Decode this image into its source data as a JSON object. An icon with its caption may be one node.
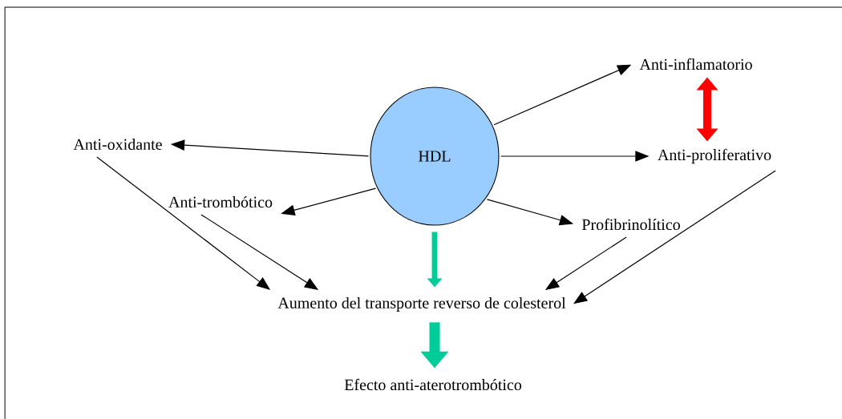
{
  "diagram": {
    "nodes": [
      {
        "text": [
          "HDL"
        ]
      },
      {
        "text": [
          "Anti-inflamatorio"
        ]
      },
      {
        "text": [
          "Anti-proliferativo"
        ]
      },
      {
        "text": [
          "Anti-oxidante"
        ]
      },
      {
        "text": [
          "Anti-trombótico"
        ]
      },
      {
        "text": [
          "Profibrinolítico"
        ]
      },
      {
        "text": [
          "Aumento del transporte reverso de colesterol"
        ]
      },
      {
        "text": [
          "Efecto anti-aterotrombótico"
        ]
      }
    ],
    "edges": [
      {
        "from": 0,
        "to": 1,
        "arrow": "to"
      },
      {
        "from": 0,
        "to": 2,
        "arrow": "to"
      },
      {
        "from": 0,
        "to": 3,
        "arrow": "to"
      },
      {
        "from": 0,
        "to": 4,
        "arrow": "to"
      },
      {
        "from": 0,
        "to": 5,
        "arrow": "to"
      },
      {
        "from": 1,
        "to": 2,
        "arrow": "both",
        "style": "thick",
        "color": "#ff0000"
      },
      {
        "from": 3,
        "to": 6,
        "arrow": "to"
      },
      {
        "from": 4,
        "to": 6,
        "arrow": "to"
      },
      {
        "from": 5,
        "to": 6,
        "arrow": "to"
      },
      {
        "from": 2,
        "to": 6,
        "arrow": "to"
      },
      {
        "from": 0,
        "to": 6,
        "arrow": "to",
        "style": "thick",
        "color": "#00cc99"
      },
      {
        "from": 6,
        "to": 7,
        "arrow": "to",
        "style": "thick",
        "color": "#00cc99"
      }
    ]
  }
}
